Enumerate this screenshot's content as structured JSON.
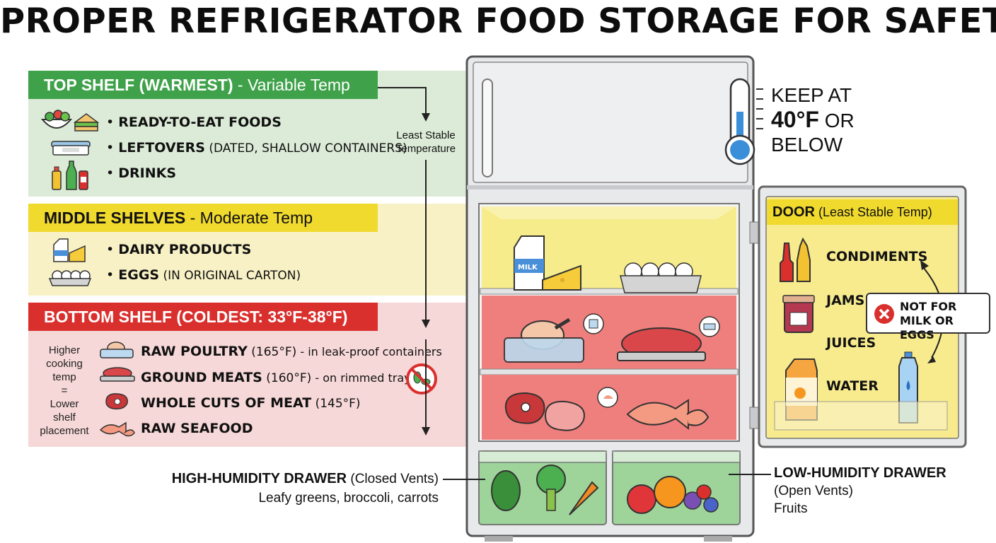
{
  "title": "PROPER REFRIGERATOR FOOD STORAGE FOR SAFETY",
  "top_shelf": {
    "heading_bold": "TOP SHELF (WARMEST)",
    "heading_rest": " - Variable Temp",
    "items": [
      {
        "bold": "READY-TO-EAT FOODS",
        "rest": ""
      },
      {
        "bold": "LEFTOVERS",
        "rest": " (DATED, SHALLOW CONTAINERS)"
      },
      {
        "bold": "DRINKS",
        "rest": ""
      }
    ]
  },
  "middle_shelves": {
    "heading_bold": "MIDDLE SHELVES",
    "heading_rest": " - Moderate Temp",
    "items": [
      {
        "bold": "DAIRY PRODUCTS",
        "rest": ""
      },
      {
        "bold": "EGGS",
        "rest": " (IN ORIGINAL CARTON)"
      }
    ]
  },
  "bottom_shelf": {
    "heading": "BOTTOM SHELF (COLDEST: 33°F-38°F)",
    "side_note": [
      "Higher",
      "cooking",
      "temp",
      "=",
      "Lower",
      "shelf",
      "placement"
    ],
    "items": [
      {
        "bold": "RAW POULTRY",
        "mid": " (165°F)",
        "rest": " - in leak-proof containers"
      },
      {
        "bold": "GROUND MEATS",
        "mid": " (160°F)",
        "rest": " - on rimmed trays"
      },
      {
        "bold": "WHOLE CUTS OF MEAT",
        "mid": " (145°F)",
        "rest": ""
      },
      {
        "bold": "RAW SEAFOOD",
        "mid": "",
        "rest": ""
      }
    ]
  },
  "arrow_label": [
    "Least Stable",
    "Temperature"
  ],
  "thermometer": {
    "line1": "KEEP AT",
    "temp": "40°F",
    "or": " OR",
    "line3": "BELOW"
  },
  "door": {
    "heading_bold": "DOOR",
    "heading_rest": " (Least Stable Temp)",
    "items": [
      "CONDIMENTS",
      "JAMS",
      "JUICES",
      "WATER"
    ],
    "warning": [
      "NOT FOR",
      "MILK OR EGGS"
    ]
  },
  "drawers": {
    "high": {
      "title_bold": "HIGH-HUMIDITY DRAWER",
      "title_rest": " (Closed Vents)",
      "sub": "Leafy greens, broccoli, carrots"
    },
    "low": {
      "title_bold": "LOW-HUMIDITY DRAWER",
      "line2": "(Open Vents)",
      "line3": "Fruits"
    }
  },
  "milk_label": "MILK",
  "colors": {
    "green": "#3fa24a",
    "yellow": "#f0da2e",
    "red": "#d9302e",
    "fridge_gray": "#e6e7e9"
  }
}
